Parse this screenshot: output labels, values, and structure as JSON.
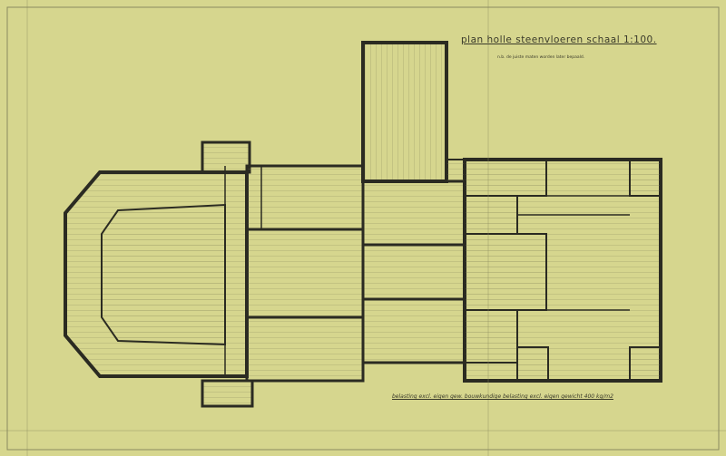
{
  "drawing": {
    "title": "plan holle steenvloeren schaal 1:100.",
    "note": "n.b. de juiste maten worden later bepaald.",
    "caption": "belasting excl. eigen gew. bouwkundige belasting excl. eigen gewicht 400 kg/m2"
  },
  "colors": {
    "paper": "#d6d68e",
    "ink": "#2b2b22"
  }
}
